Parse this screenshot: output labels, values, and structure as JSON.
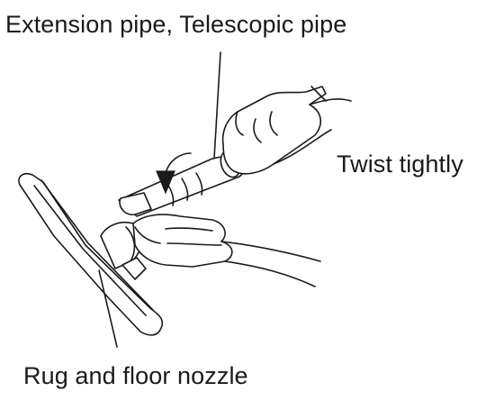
{
  "labels": {
    "extension_pipe": "Extension pipe, Telescopic pipe",
    "twist": "Twist tightly",
    "nozzle": "Rug and floor nozzle"
  },
  "colors": {
    "ink": "#1a1a1a",
    "background": "#ffffff"
  }
}
